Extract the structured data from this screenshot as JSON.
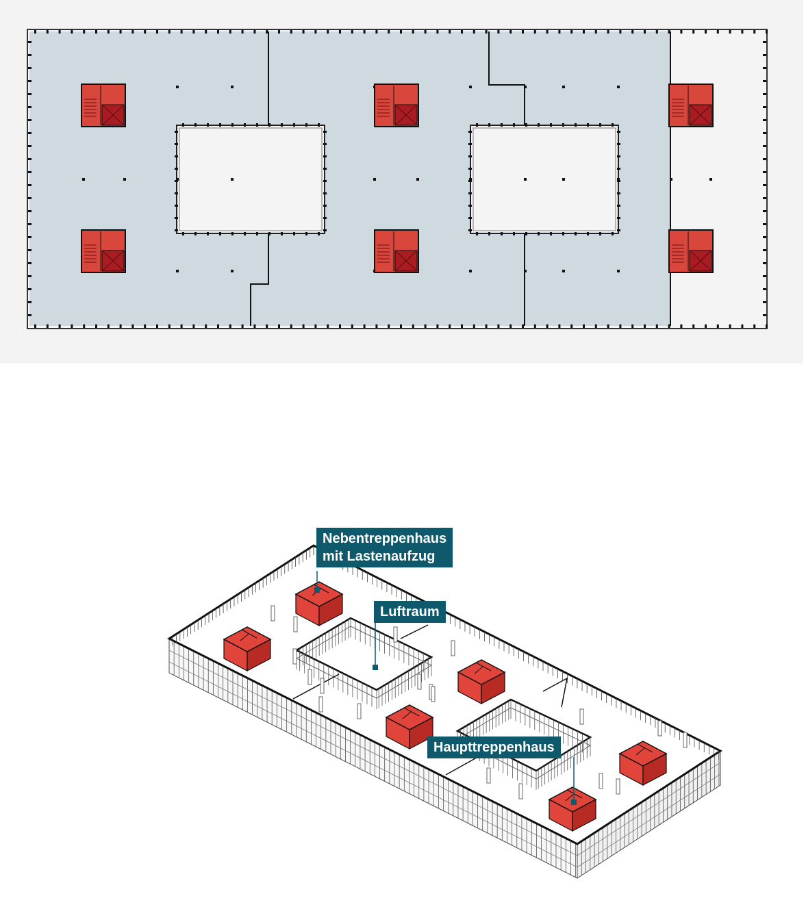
{
  "floor_plan": {
    "colors": {
      "background": "#f3f3f3",
      "rental_area": "#cfd9e0",
      "void_and_open_area": "#f4f4f4",
      "core_fill": "#d8463c",
      "core_dark": "#a81c22",
      "walls": "#111111"
    },
    "cores": [
      {
        "name": "core-stair-1"
      },
      {
        "name": "core-stair-2"
      },
      {
        "name": "core-stair-3"
      },
      {
        "name": "core-stair-4"
      },
      {
        "name": "core-stair-5"
      },
      {
        "name": "core-stair-6"
      }
    ],
    "voids": [
      {
        "name": "void-1"
      },
      {
        "name": "void-2"
      }
    ]
  },
  "axonometric": {
    "colors": {
      "facade_line": "#222222",
      "core_red": "#e0443a",
      "core_red_dark": "#b82a24",
      "floor": "#ffffff"
    },
    "callouts": {
      "neben_line1": "Nebentreppenhaus",
      "neben_line2": "mit Lastenaufzug",
      "luftraum": "Luftraum",
      "haupt": "Haupttreppenhaus",
      "color": "#0e5a6c"
    }
  }
}
